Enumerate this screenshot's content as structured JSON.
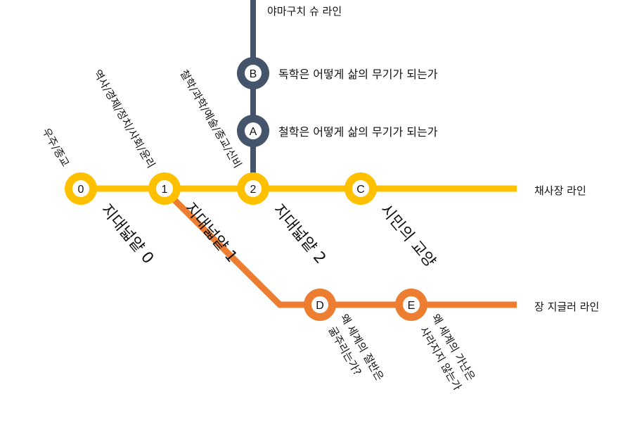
{
  "lines": {
    "yamaguchi": {
      "label": "야마구치 슈 라인",
      "color": "#44546a"
    },
    "chaesajang": {
      "label": "채사장 라인",
      "color": "#ffc000"
    },
    "ziegler": {
      "label": "장 지글러 라인",
      "color": "#ed7d31"
    }
  },
  "stations": {
    "s0": "0",
    "s1": "1",
    "s2": "2",
    "sC": "C",
    "sA": "A",
    "sB": "B",
    "sD": "D",
    "sE": "E"
  },
  "books": {
    "b0": "지대넓얕 0",
    "b1": "지대넓얕 1",
    "b2": "지대넓얕 2",
    "bC": "시민의 교양",
    "bA": "철학은 어떻게 삶의 무기가 되는가",
    "bB": "독학은 어떻게 삶의 무기가 되는가",
    "bD_1": "왜 세계의 절반은",
    "bD_2": "굶주리는가?",
    "bE_1": "왜 세계의 가난은",
    "bE_2": "사라지지 않는가"
  },
  "topics": {
    "t0": "우주/종교",
    "t1": "역사/경제/정치/사회/윤리",
    "t2": "철학/과학/예술/종교/신비"
  }
}
